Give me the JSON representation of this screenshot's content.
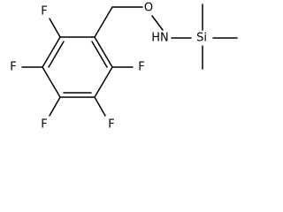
{
  "molecule": {
    "atoms": {
      "f_ortho_top": "F",
      "f_meta_top": "F",
      "f_para": "F",
      "f_meta_bottom": "F",
      "f_ortho_bottom": "F",
      "oxygen": "O",
      "nitrogen_h": "HN",
      "silicon": "Si"
    }
  }
}
